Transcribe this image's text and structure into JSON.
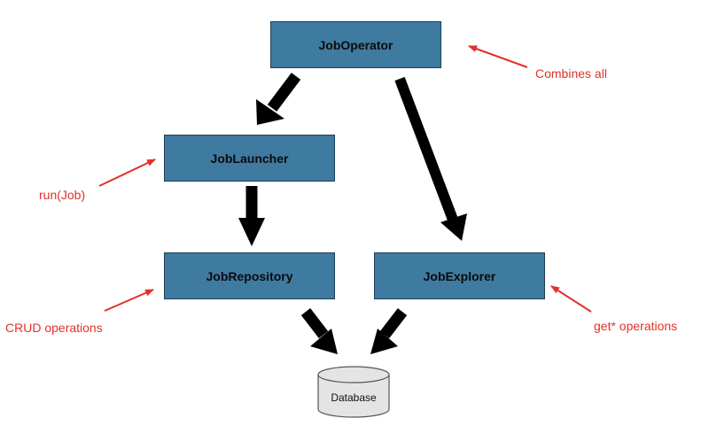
{
  "nodes": {
    "job_operator": "JobOperator",
    "job_launcher": "JobLauncher",
    "job_repository": "JobRepository",
    "job_explorer": "JobExplorer",
    "database": "Database"
  },
  "annotations": {
    "combines_all": "Combines all",
    "run_job": "run(Job)",
    "crud_operations": "CRUD operations",
    "get_operations": "get* operations"
  },
  "colors": {
    "box_fill": "#3f7aa0",
    "box_border": "#1f3f55",
    "arrow": "#000000",
    "annotation": "#e2312b",
    "database_fill": "#e4e4e4"
  }
}
